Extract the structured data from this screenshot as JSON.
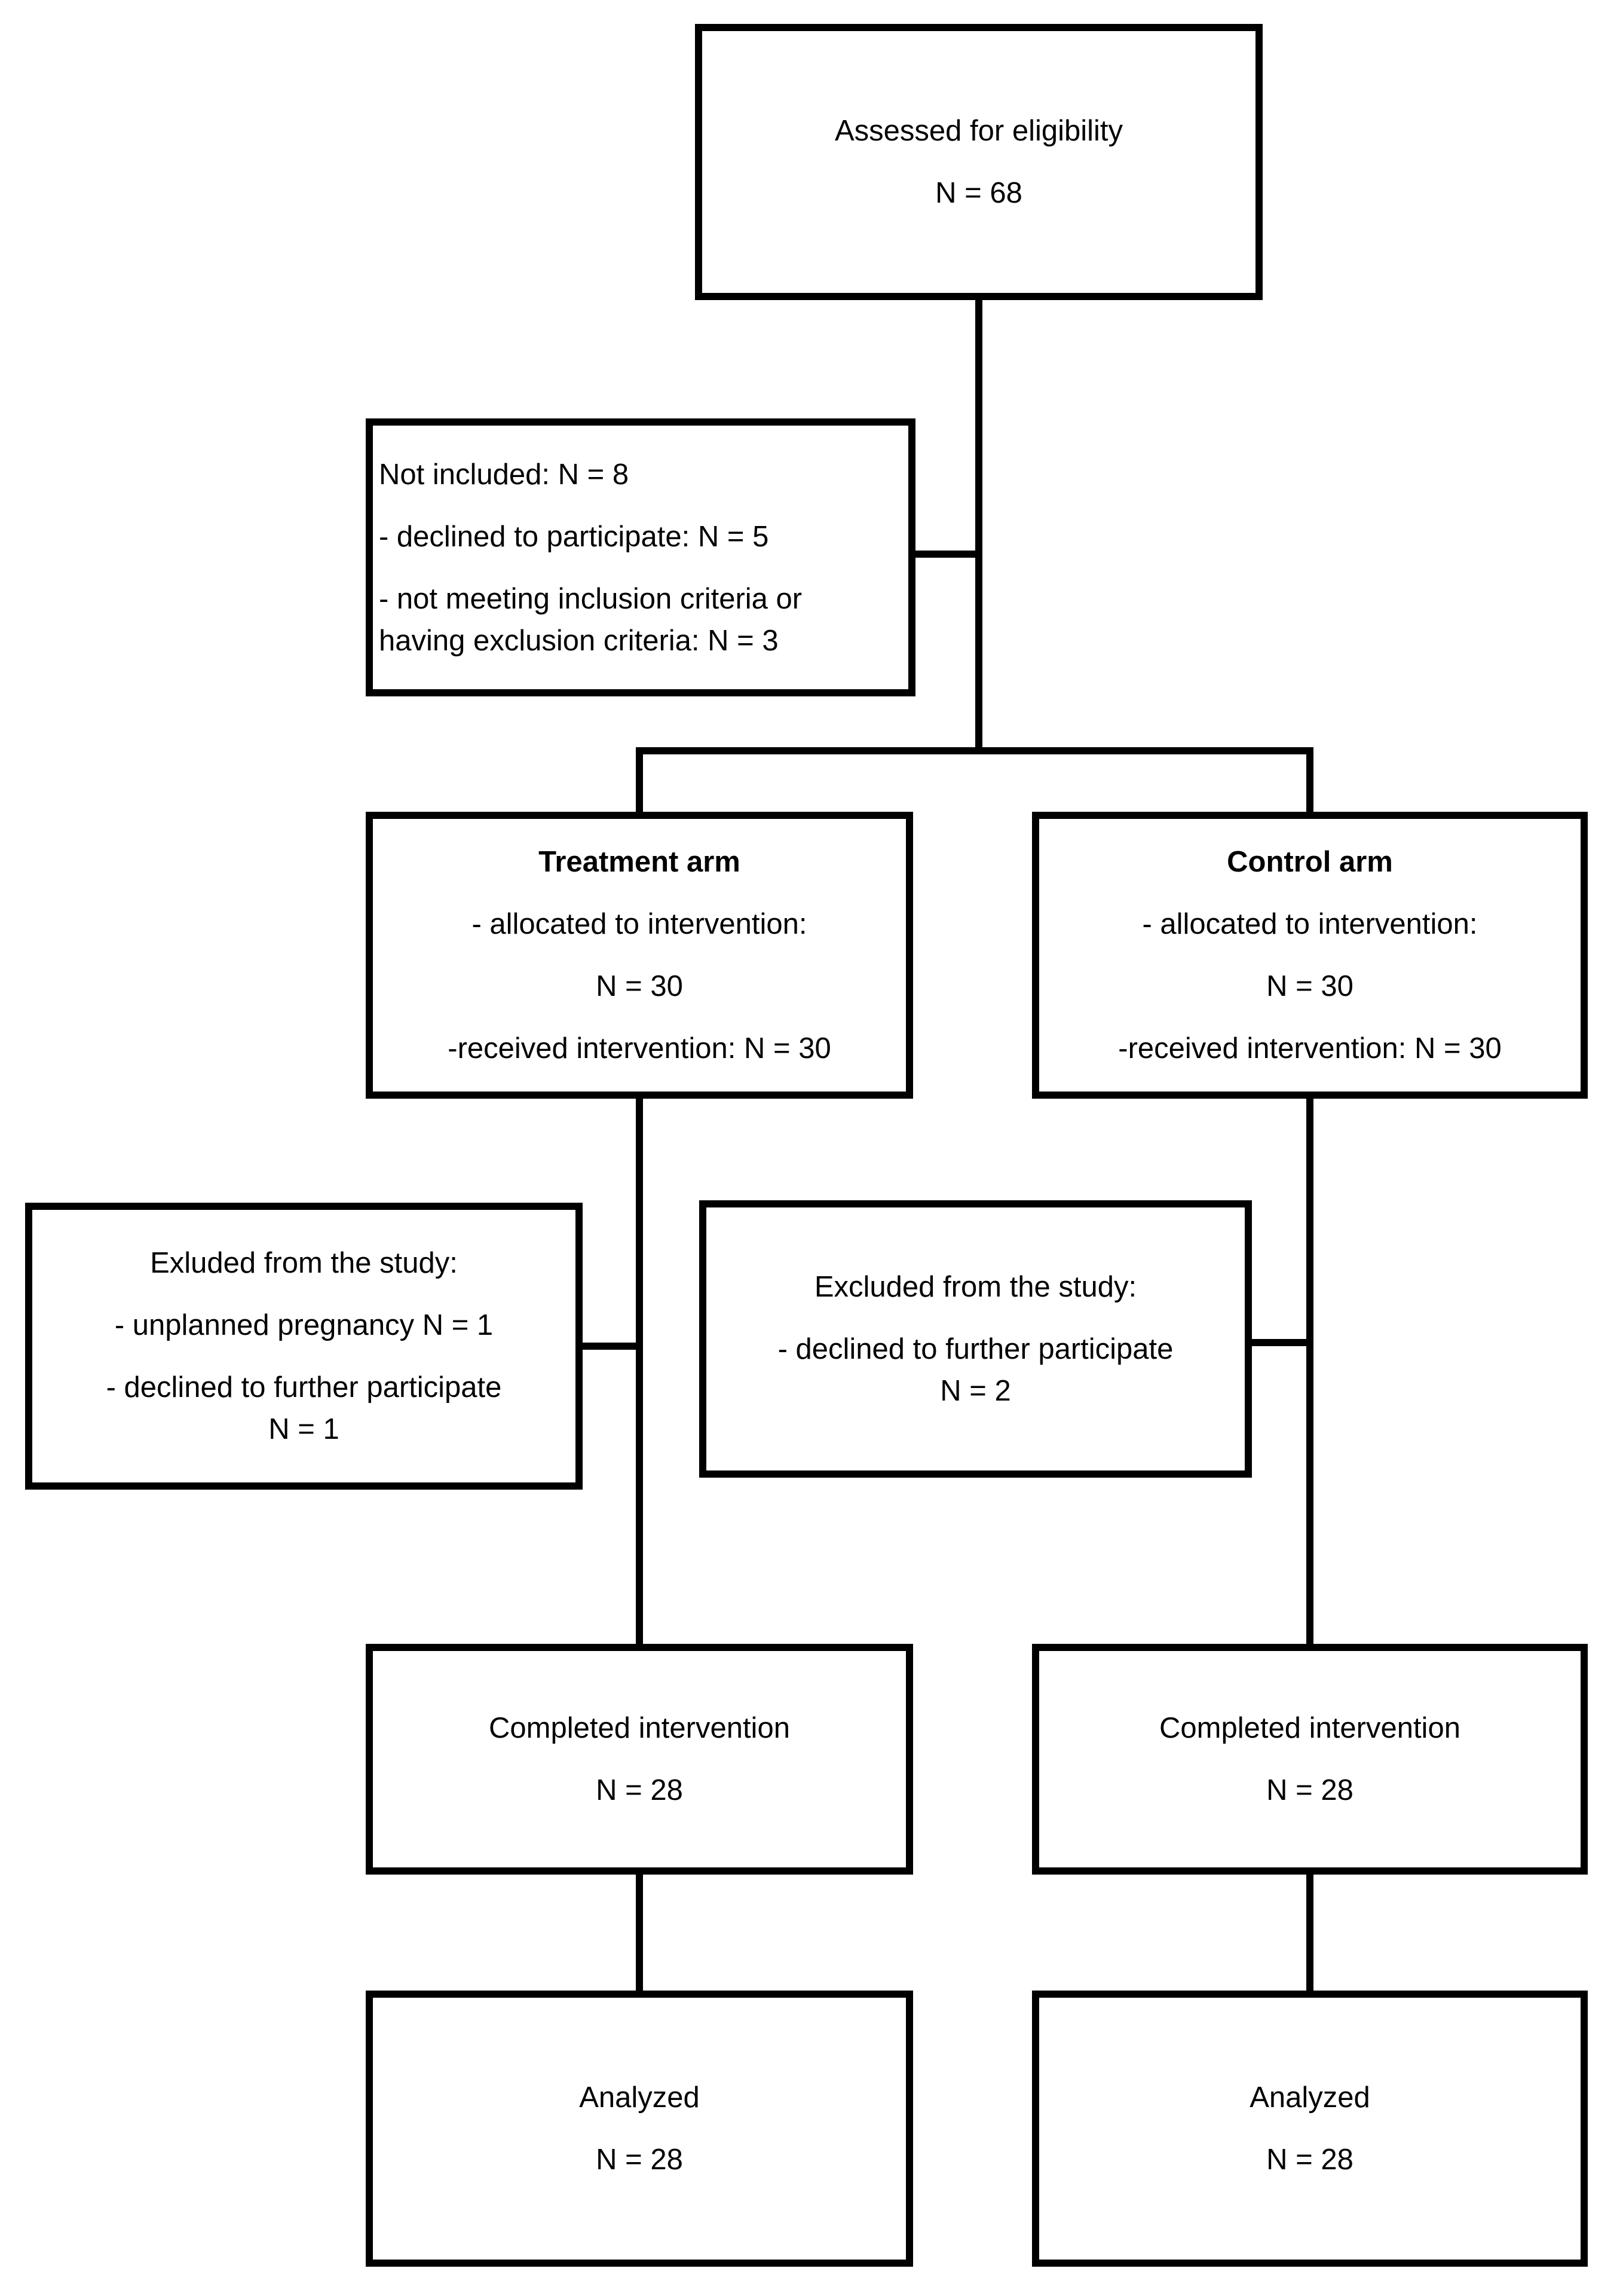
{
  "colors": {
    "background": "#ffffff",
    "line": "#000000",
    "text": "#000000"
  },
  "boxes": {
    "assessed": {
      "line1": "Assessed for eligibility",
      "line2": "N = 68"
    },
    "not_included": {
      "line1": "Not included: N = 8",
      "line2": "- declined to participate: N = 5",
      "line3": "- not meeting inclusion criteria or",
      "line4": "having exclusion criteria: N = 3"
    },
    "treatment": {
      "title": "Treatment arm",
      "line1": "- allocated to intervention:",
      "line2": "N = 30",
      "line3": "-received intervention: N = 30"
    },
    "control": {
      "title": "Control arm",
      "line1": "- allocated to intervention:",
      "line2": "N = 30",
      "line3": "-received intervention: N = 30"
    },
    "excluded_treatment": {
      "line1": "Exluded from the study:",
      "line2": "- unplanned pregnancy N = 1",
      "line3": "- declined to further participate",
      "line4": "N = 1"
    },
    "excluded_control": {
      "line1": "Excluded from the study:",
      "line2": "- declined to further participate",
      "line3": "N = 2"
    },
    "completed_treatment": {
      "line1": "Completed intervention",
      "line2": "N = 28"
    },
    "completed_control": {
      "line1": "Completed intervention",
      "line2": "N = 28"
    },
    "analyzed_treatment": {
      "line1": "Analyzed",
      "line2": "N = 28"
    },
    "analyzed_control": {
      "line1": "Analyzed",
      "line2": "N = 28"
    }
  }
}
